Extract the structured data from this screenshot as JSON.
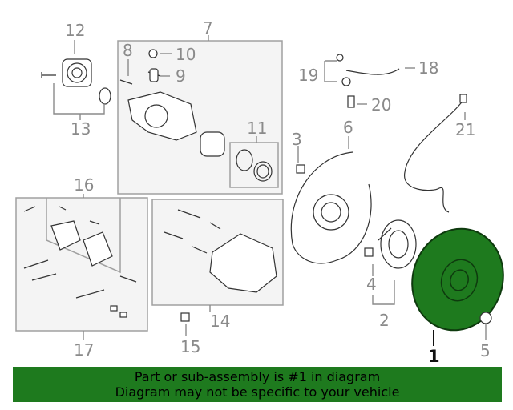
{
  "labels": {
    "l1": "1",
    "l2": "2",
    "l3": "3",
    "l4": "4",
    "l5": "5",
    "l6": "6",
    "l7": "7",
    "l8": "8",
    "l9": "9",
    "l10": "10",
    "l11": "11",
    "l12": "12",
    "l13": "13",
    "l14": "14",
    "l15": "15",
    "l16": "16",
    "l17": "17",
    "l18": "18",
    "l19": "19",
    "l20": "20",
    "l21": "21"
  },
  "banner": {
    "line1": "Part or sub-assembly is #1 in diagram",
    "line2": "Diagram may not be specific to your vehicle"
  },
  "colors": {
    "banner_bg": "#1e7a1e",
    "highlight_part": "#1e7a1e",
    "label_gray": "#8a8a8a"
  }
}
